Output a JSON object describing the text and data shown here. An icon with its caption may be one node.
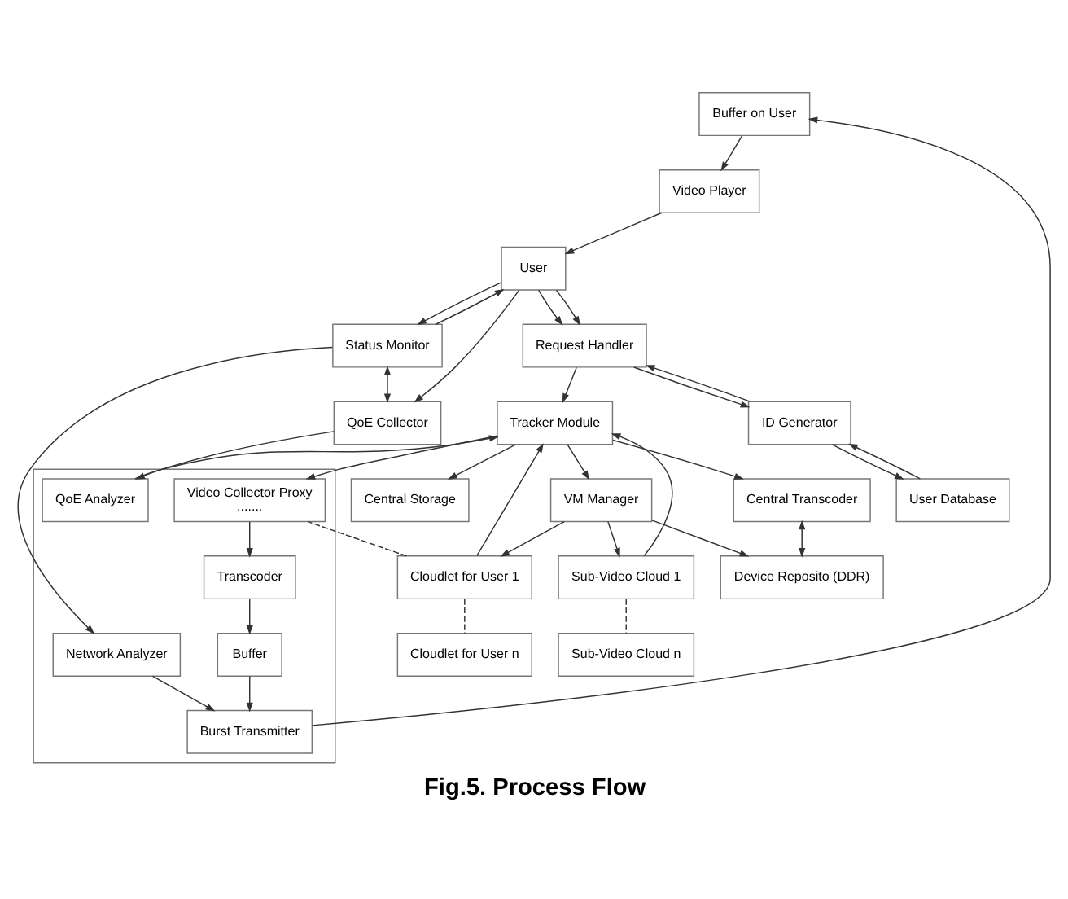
{
  "diagram": {
    "caption": "Fig.5. Process Flow",
    "nodes": [
      {
        "text": [
          "User"
        ]
      },
      {
        "text": [
          "Video Player"
        ]
      },
      {
        "text": [
          "Status Monitor"
        ]
      },
      {
        "text": [
          "Buffer on User"
        ]
      },
      {
        "text": [
          "QoE Collector"
        ]
      },
      {
        "text": [
          "Tracker Module"
        ]
      },
      {
        "text": [
          "Central Storage"
        ]
      },
      {
        "text": [
          "Central Transcoder"
        ]
      },
      {
        "text": [
          "Device Reposito (DDR)"
        ]
      },
      {
        "text": [
          "Request Handler"
        ]
      },
      {
        "text": [
          "VM Manager"
        ]
      },
      {
        "text": [
          "ID Generator"
        ]
      },
      {
        "text": [
          "User Database"
        ]
      },
      {
        "text": [],
        "shape": "box"
      },
      {
        "text": [
          "Buffer"
        ],
        "in": 13
      },
      {
        "text": [
          "Transcoder"
        ],
        "in": 13
      },
      {
        "text": [
          "Burst Transmitter"
        ],
        "in": 13
      },
      {
        "text": [
          "Network Analyzer"
        ],
        "in": 13
      },
      {
        "text": [
          "Video Collector Proxy",
          "......."
        ],
        "in": 13
      },
      {
        "text": [
          "QoE Analyzer"
        ],
        "in": 13
      },
      {
        "text": [
          "Cloudlet for User 1"
        ]
      },
      {
        "text": [
          "Sub-Video Cloud 1"
        ]
      },
      {
        "text": [
          "Cloudlet for User n"
        ]
      },
      {
        "text": [
          "Sub-Video Cloud n"
        ]
      }
    ],
    "edges": [
      {
        "from": 1,
        "to": 0,
        "arrow": "to"
      },
      {
        "from": 3,
        "to": 1,
        "arrow": "to"
      },
      {
        "from": 0,
        "to": 2,
        "arrow": "to"
      },
      {
        "from": 2,
        "to": 0,
        "arrow": "to"
      },
      {
        "from": 2,
        "to": 4,
        "arrow": "both"
      },
      {
        "from": 0,
        "to": 4,
        "arrow": "to"
      },
      {
        "from": 0,
        "to": 9,
        "arrow": "to"
      },
      {
        "from": 0,
        "to": 9,
        "arrow": "to"
      },
      {
        "from": 4,
        "to": 19,
        "arrow": "to"
      },
      {
        "from": 9,
        "to": 5,
        "arrow": "to"
      },
      {
        "from": 9,
        "to": 11,
        "arrow": "to"
      },
      {
        "from": 11,
        "to": 9,
        "arrow": "to"
      },
      {
        "from": 11,
        "to": 12,
        "arrow": "to"
      },
      {
        "from": 12,
        "to": 11,
        "arrow": "to"
      },
      {
        "from": 2,
        "to": 17,
        "arrow": "to"
      },
      {
        "from": 16,
        "to": 3,
        "arrow": "to"
      },
      {
        "from": 15,
        "to": 14,
        "arrow": "to"
      },
      {
        "from": 14,
        "to": 16,
        "arrow": "to"
      },
      {
        "from": 17,
        "to": 16,
        "arrow": "to"
      },
      {
        "from": 18,
        "to": 15,
        "arrow": "to"
      },
      {
        "from": 5,
        "to": 18,
        "arrow": "to"
      },
      {
        "from": 20,
        "to": 5,
        "arrow": "to"
      },
      {
        "from": 21,
        "to": 5,
        "arrow": "to"
      },
      {
        "from": 19,
        "to": 5,
        "arrow": "to"
      },
      {
        "from": 20,
        "to": 18,
        "arrow": "none",
        "style": "dashed"
      },
      {
        "from": 5,
        "to": 6,
        "arrow": "to"
      },
      {
        "from": 5,
        "to": 7,
        "arrow": "to"
      },
      {
        "from": 5,
        "to": 10,
        "arrow": "to"
      },
      {
        "from": 7,
        "to": 8,
        "arrow": "both"
      },
      {
        "from": 10,
        "to": 8,
        "arrow": "to"
      },
      {
        "from": 10,
        "to": 20,
        "arrow": "to"
      },
      {
        "from": 10,
        "to": 21,
        "arrow": "to"
      },
      {
        "from": 20,
        "to": 22,
        "arrow": "none",
        "style": "dashed"
      },
      {
        "from": 21,
        "to": 23,
        "arrow": "none",
        "style": "dashed"
      }
    ]
  }
}
